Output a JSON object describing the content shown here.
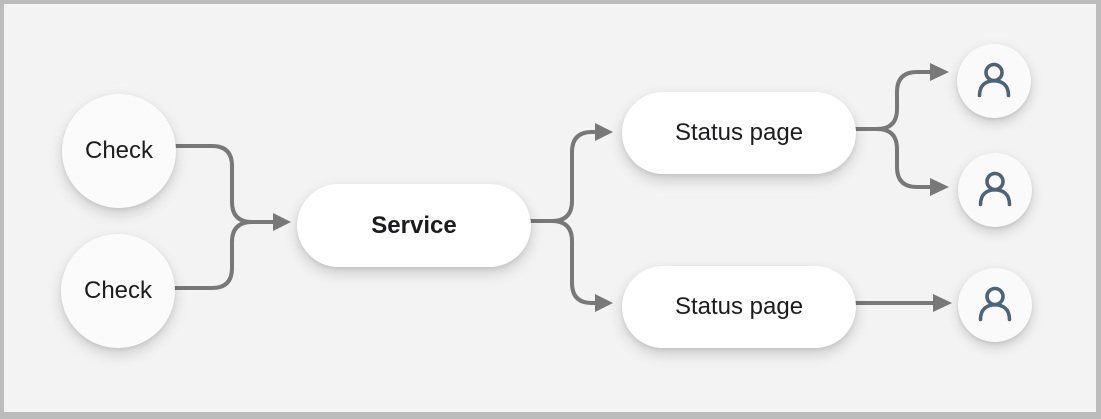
{
  "diagram": {
    "colors": {
      "background": "#f2f3f2",
      "frame_border": "#bcbcbc",
      "edge": "#787878",
      "node_fill": "#ffffff",
      "text": "#1c1c1e",
      "user_icon": "#4e6378"
    },
    "nodes": {
      "check1": {
        "label": "Check"
      },
      "check2": {
        "label": "Check"
      },
      "service": {
        "label": "Service"
      },
      "status1": {
        "label": "Status page"
      },
      "status2": {
        "label": "Status page"
      }
    },
    "users": [
      {
        "icon": "user-icon"
      },
      {
        "icon": "user-icon"
      },
      {
        "icon": "user-icon"
      }
    ]
  }
}
